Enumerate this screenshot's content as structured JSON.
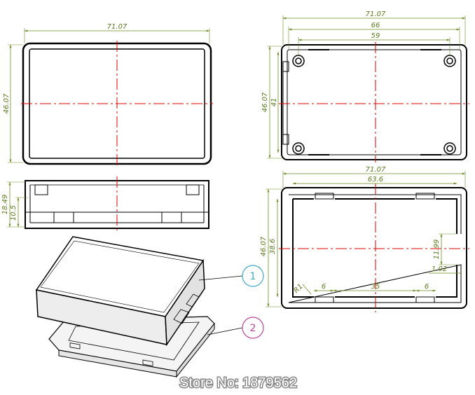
{
  "colors": {
    "outline": "#000000",
    "dimension": "#6b8e23",
    "centerline": "#e00000",
    "callout": "#3fa9c9",
    "callout_alt": "#b6459a",
    "watermark": "#ffffff"
  },
  "views": {
    "top_view": {
      "width_label": "71.07",
      "height_label": "46.07"
    },
    "side_view": {
      "outer_height_label": "18.49",
      "inner_height_label": "10.5"
    },
    "bottom_view": {
      "width_label": "71.07",
      "inner_width_label": "66",
      "hole_spacing_label": "59",
      "height_label": "46.07",
      "inner_height_label": "41"
    },
    "lid_view": {
      "width_label": "71.07",
      "inner_width_label": "63.6",
      "height_label": "46.07",
      "inner_height_label": "38.6",
      "slot_height_label": "11.99",
      "wall_label": "1.02",
      "radius_label": "R1",
      "slot_left_label": "6",
      "slot_center_label": "35",
      "slot_right_label": "6"
    }
  },
  "callouts": [
    {
      "number": "1",
      "color": "#3fa9c9"
    },
    {
      "number": "2",
      "color": "#b6459a"
    }
  ],
  "watermark": "Store No: 1879562"
}
